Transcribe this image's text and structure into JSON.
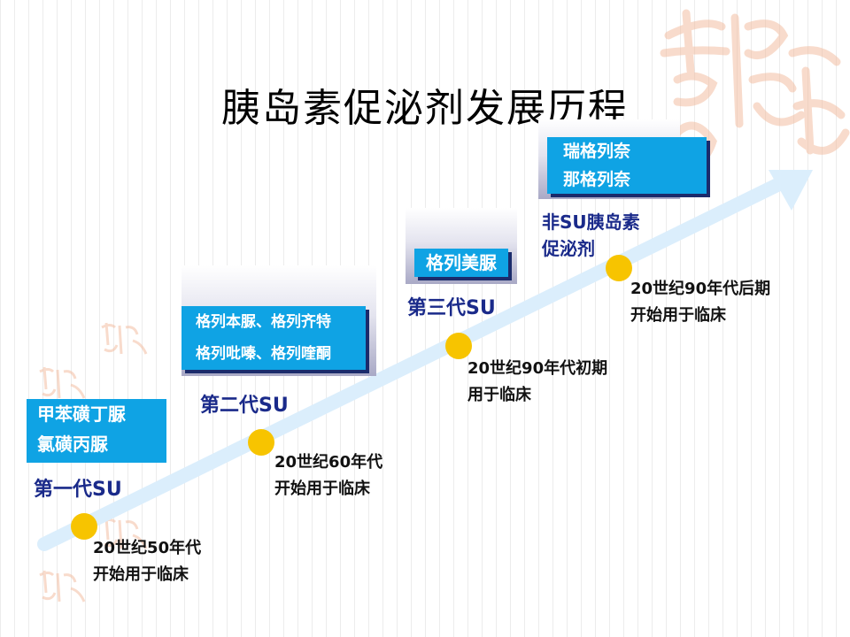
{
  "title": "胰岛素促泌剂发展历程",
  "colors": {
    "box_blue": "#0fa3e4",
    "box_shadow": "#1b2b6b",
    "label_navy": "#1a2a8a",
    "dot_yellow": "#f7c400",
    "arrow": "#dbeefc",
    "seal": "#f2b99a"
  },
  "stages": [
    {
      "generation": "第一代SU",
      "drugs": [
        "甲苯磺丁脲",
        "氯磺丙脲"
      ],
      "note": [
        "20世纪50年代",
        "开始用于临床"
      ]
    },
    {
      "generation": "第二代SU",
      "drugs": [
        "格列本脲、格列齐特",
        "格列吡嗪、格列喹酮"
      ],
      "note": [
        "20世纪60年代",
        "开始用于临床"
      ]
    },
    {
      "generation": "第三代SU",
      "drugs": [
        "格列美脲"
      ],
      "note": [
        "20世纪90年代初期",
        "用于临床"
      ]
    },
    {
      "generation_lines": [
        "非SU胰岛素",
        "促泌剂"
      ],
      "drugs": [
        "瑞格列奈",
        "那格列奈"
      ],
      "note": [
        "20世纪90年代后期",
        "开始用于临床"
      ]
    }
  ],
  "decorations": {
    "seal_icon": "auspicious-seal-icon"
  }
}
